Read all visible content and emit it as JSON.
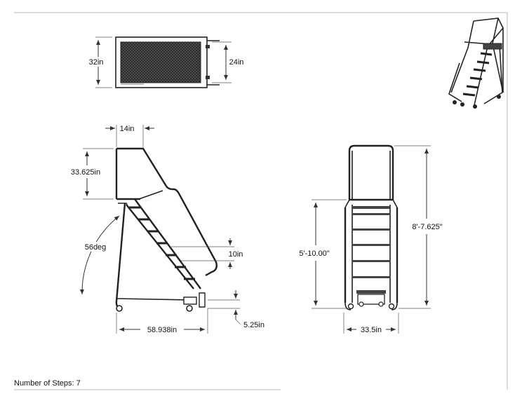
{
  "top_view": {
    "width_label": "32in",
    "inner_width_label": "24in"
  },
  "side_view": {
    "top_depth_label": "14in",
    "handrail_height_label": "33.625in",
    "angle_label": "56deg",
    "step_rise_label": "10in",
    "base_length_label": "58.938in",
    "caster_offset_label": "5.25in"
  },
  "front_view": {
    "platform_height_label": "5'-10.00\"",
    "overall_height_label": "8'-7.625\"",
    "base_width_label": "33.5in"
  },
  "footer": {
    "steps_text": "Number of Steps: 7"
  },
  "colors": {
    "line": "#333333",
    "border": "#bbbbbb",
    "tread_fill": "#444444"
  }
}
